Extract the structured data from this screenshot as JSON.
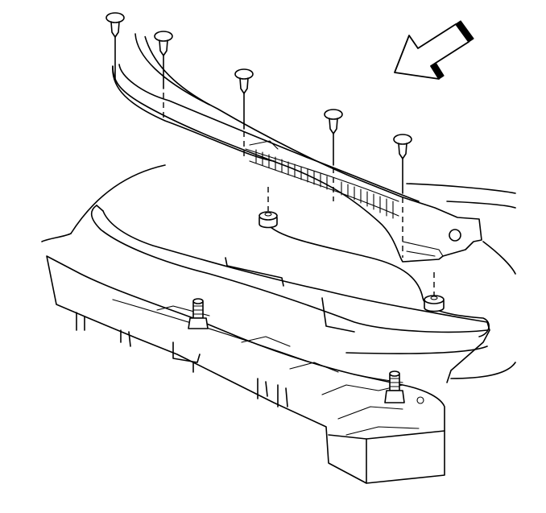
{
  "diagram": {
    "labels": [],
    "colors": {
      "line": "#000000",
      "background": "#ffffff"
    },
    "icons": [
      "direction-arrow-icon"
    ],
    "parts": [
      "cowl-vent-grille",
      "push-pin-retainer",
      "grommet",
      "cowl-panel",
      "weatherstrip-seal",
      "wiper-transmission-stud",
      "vehicle-body"
    ],
    "push_pin_count": 5,
    "grommet_count": 2,
    "stud_count": 2
  }
}
